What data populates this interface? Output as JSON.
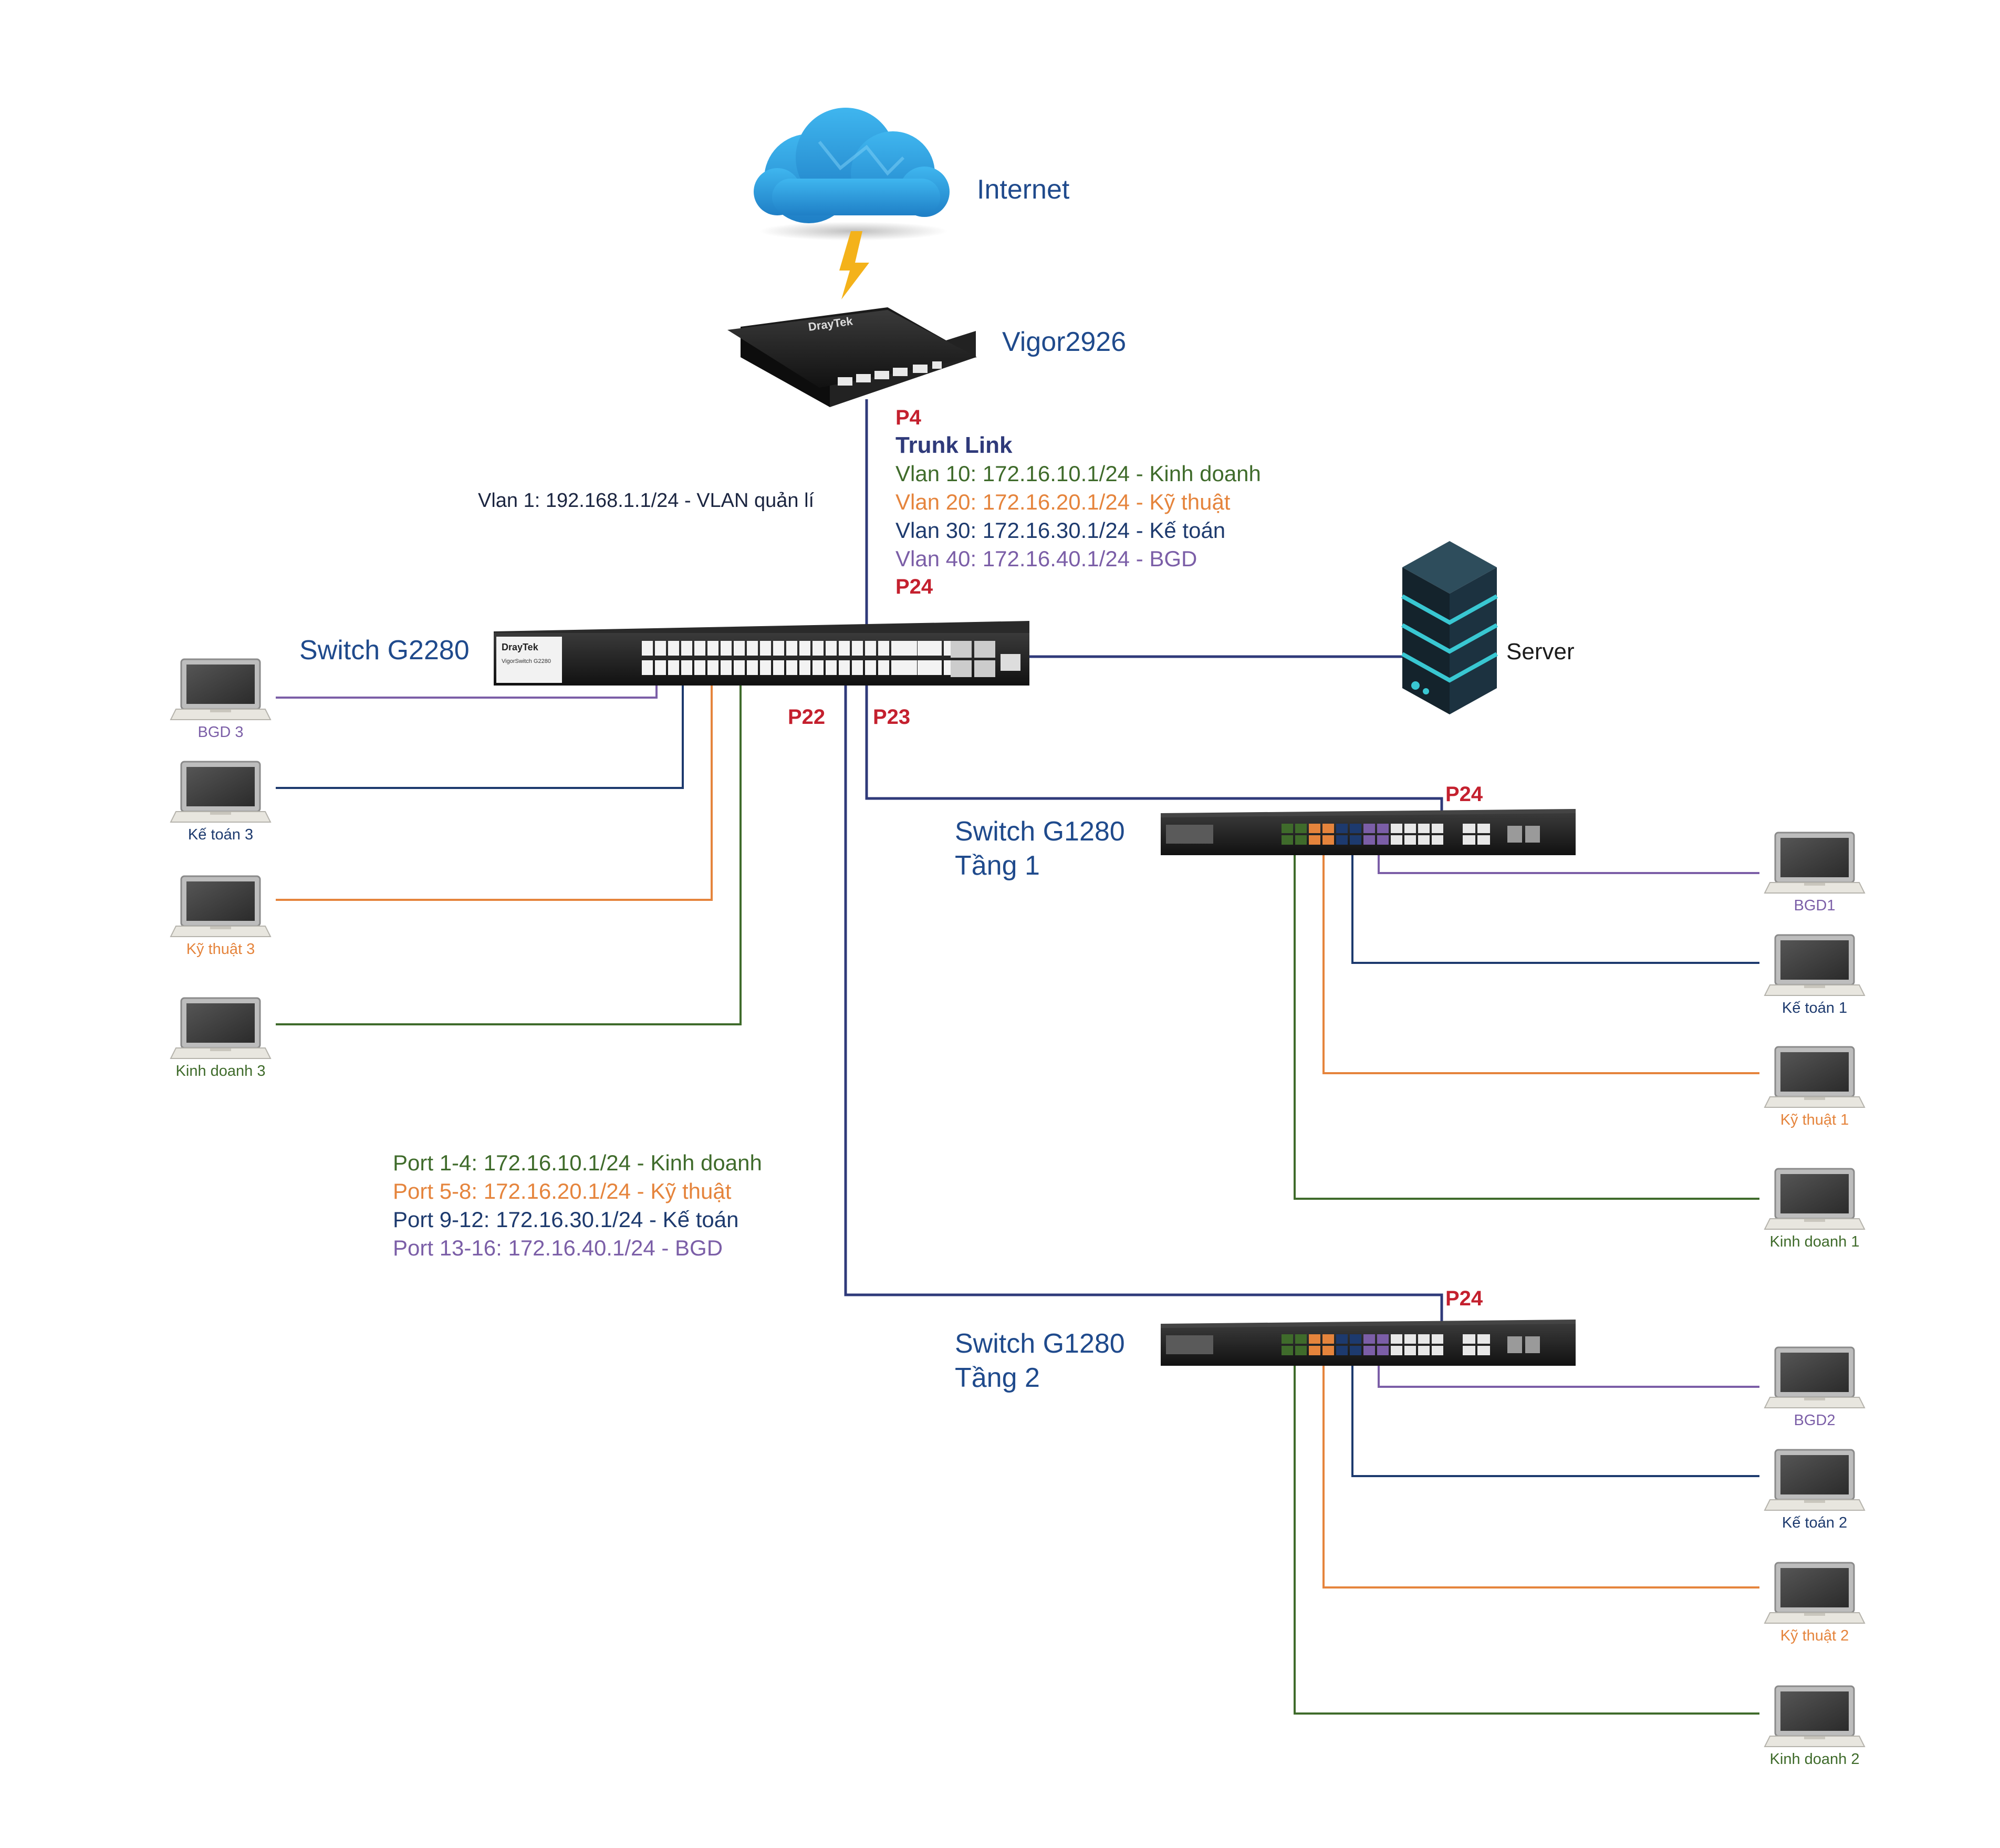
{
  "colors": {
    "kinh_doanh": "#3f6b2b",
    "ky_thuat": "#e5843c",
    "ke_toan": "#1d3a6e",
    "bgd": "#7b5ea7",
    "port_label": "#c4202e",
    "device_label": "#1f4a8c",
    "trunk": "#2f3a7a",
    "dark_text": "#1b2540"
  },
  "cloud": {
    "label": "Internet",
    "icon": "cloud-icon"
  },
  "router": {
    "label": "Vigor2926",
    "port_label": "P4",
    "icon": "router-icon"
  },
  "trunk_info": {
    "title": "Trunk Link",
    "vlans": [
      {
        "text": "Vlan 10: 172.16.10.1/24 - Kinh doanh",
        "group": "kinh_doanh"
      },
      {
        "text": "Vlan 20: 172.16.20.1/24 - Kỹ thuật",
        "group": "ky_thuat"
      },
      {
        "text": "Vlan 30: 172.16.30.1/24 - Kế toán",
        "group": "ke_toan"
      },
      {
        "text": "Vlan 40: 172.16.40.1/24 - BGD",
        "group": "bgd"
      }
    ],
    "bottom_port": "P24"
  },
  "mgmt_vlan": "Vlan 1: 192.168.1.1/24 - VLAN quản lí",
  "core_switch": {
    "label": "Switch G2280",
    "icon": "switch-icon"
  },
  "server": {
    "label": "Server",
    "icon": "server-icon"
  },
  "core_ports": {
    "p22": "P22",
    "p23": "P23"
  },
  "floor_switches": [
    {
      "line1": "Switch G1280",
      "line2": "Tầng 1",
      "uplink_port": "P24"
    },
    {
      "line1": "Switch G1280",
      "line2": "Tầng 2",
      "uplink_port": "P24"
    }
  ],
  "port_info": [
    {
      "text": "Port 1-4: 172.16.10.1/24 - Kinh doanh",
      "group": "kinh_doanh"
    },
    {
      "text": "Port 5-8: 172.16.20.1/24 - Kỹ thuật",
      "group": "ky_thuat"
    },
    {
      "text": "Port 9-12: 172.16.30.1/24 - Kế toán",
      "group": "ke_toan"
    },
    {
      "text": "Port 13-16: 172.16.40.1/24 - BGD",
      "group": "bgd"
    }
  ],
  "left_pcs": [
    {
      "label": "BGD 3",
      "group": "bgd"
    },
    {
      "label": "Kế toán 3",
      "group": "ke_toan"
    },
    {
      "label": "Kỹ thuật 3",
      "group": "ky_thuat"
    },
    {
      "label": "Kinh doanh 3",
      "group": "kinh_doanh"
    }
  ],
  "floor1_pcs": [
    {
      "label": "BGD1",
      "group": "bgd"
    },
    {
      "label": "Kế toán 1",
      "group": "ke_toan"
    },
    {
      "label": "Kỹ thuật 1",
      "group": "ky_thuat"
    },
    {
      "label": "Kinh doanh 1",
      "group": "kinh_doanh"
    }
  ],
  "floor2_pcs": [
    {
      "label": "BGD2",
      "group": "bgd"
    },
    {
      "label": "Kế toán 2",
      "group": "ke_toan"
    },
    {
      "label": "Kỹ thuật 2",
      "group": "ky_thuat"
    },
    {
      "label": "Kinh doanh 2",
      "group": "kinh_doanh"
    }
  ]
}
